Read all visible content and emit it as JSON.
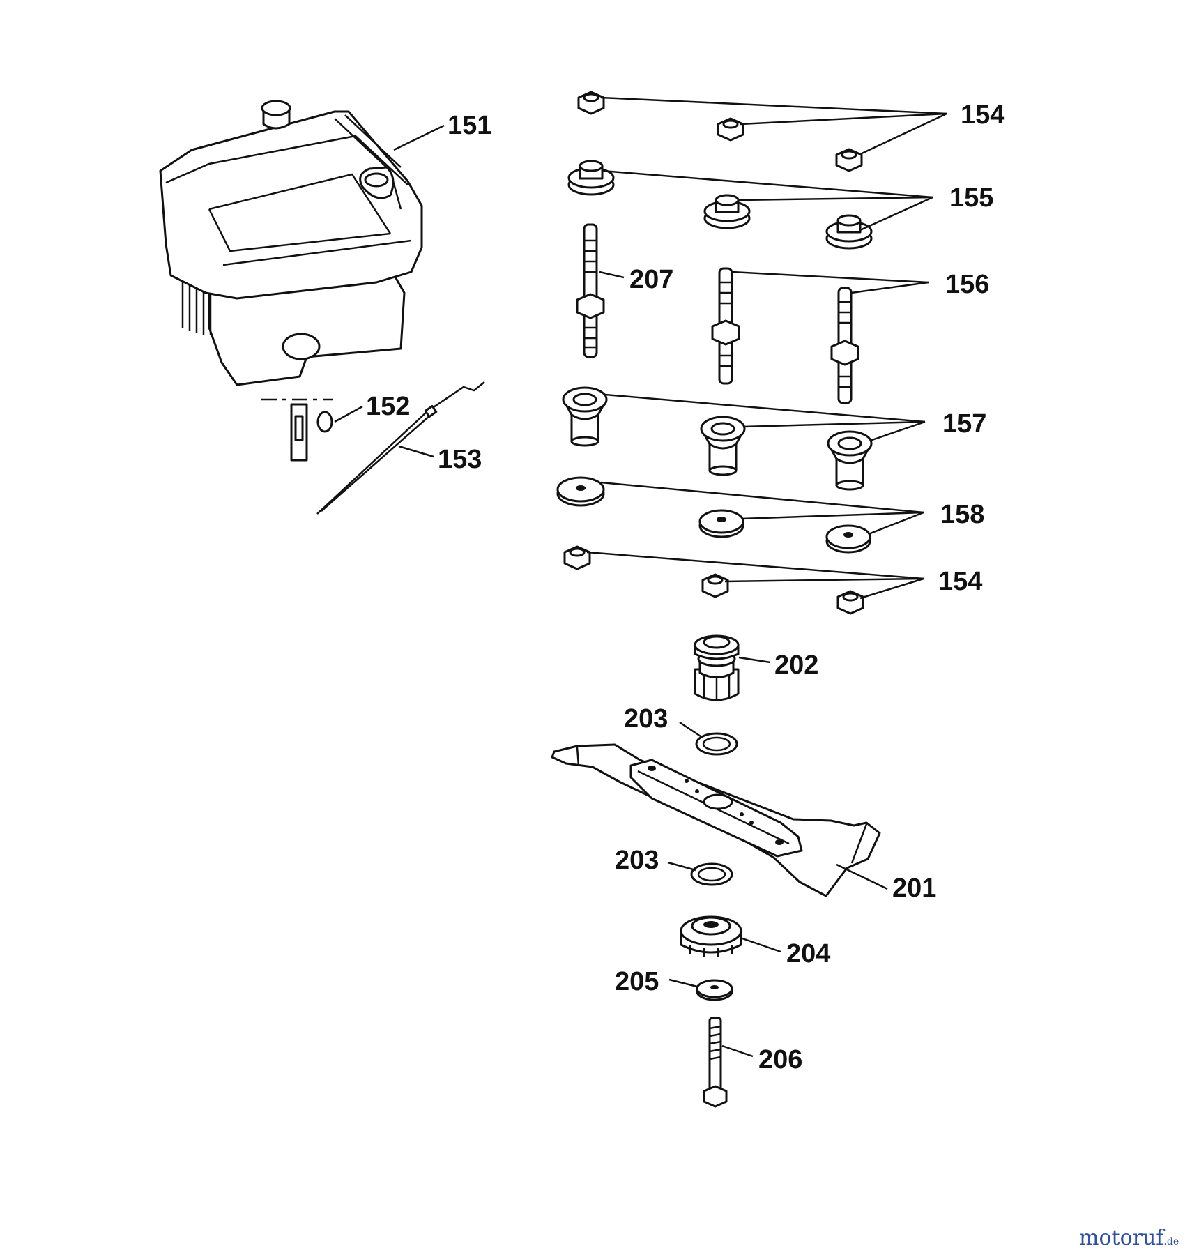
{
  "diagram": {
    "labels": {
      "p151": "151",
      "p152": "152",
      "p153": "153",
      "p154_top": "154",
      "p155": "155",
      "p207": "207",
      "p156": "156",
      "p157": "157",
      "p158": "158",
      "p154_bottom": "154",
      "p202": "202",
      "p203_top": "203",
      "p201": "201",
      "p203_bottom": "203",
      "p204": "204",
      "p205": "205",
      "p206": "206"
    }
  },
  "watermark": {
    "brand": "motoruf",
    "tld": ".de",
    "color": "#2f4fa0"
  }
}
